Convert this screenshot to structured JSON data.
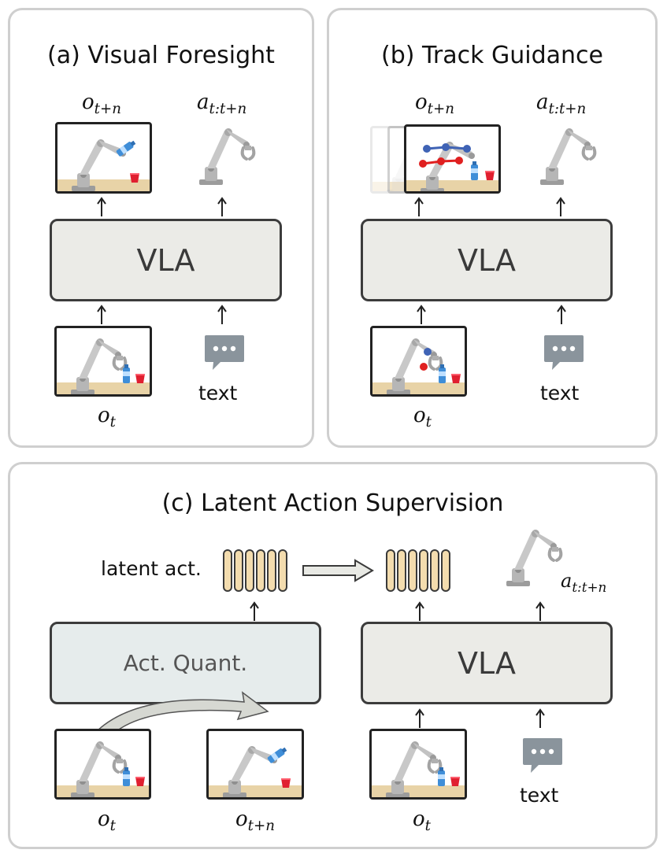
{
  "panels": {
    "a": {
      "title": "(a) Visual Foresight",
      "vla_label": "VLA",
      "future_obs": {
        "sym": "o",
        "sub": "t+n"
      },
      "action": {
        "sym": "a",
        "sub": "t:t+n"
      },
      "current_obs": {
        "sym": "o",
        "sub": "t"
      },
      "text_label": "text"
    },
    "b": {
      "title": "(b) Track Guidance",
      "vla_label": "VLA",
      "future_obs": {
        "sym": "o",
        "sub": "t+n"
      },
      "action": {
        "sym": "a",
        "sub": "t:t+n"
      },
      "current_obs": {
        "sym": "o",
        "sub": "t"
      },
      "text_label": "text"
    },
    "c": {
      "title": "(c) Latent Action Supervision",
      "latent_label": "latent act.",
      "quant_label": "Act. Quant.",
      "vla_label": "VLA",
      "action": {
        "sym": "a",
        "sub": "t:t+n"
      },
      "obs_t": {
        "sym": "o",
        "sub": "t"
      },
      "obs_tn": {
        "sym": "o",
        "sub": "t+n"
      },
      "obs_t2": {
        "sym": "o",
        "sub": "t"
      },
      "text_label": "text"
    }
  },
  "colors": {
    "panel_border": "#cfcfcf",
    "box_border": "#3c3c3c",
    "vla_fill": "#ebebe7",
    "quant_fill": "#e6ecec",
    "token_fill": "#f3dcae",
    "track_blue": "#3f63b5",
    "track_red": "#e02020",
    "bubble": "#8a949c",
    "table": "#e8d3a7"
  },
  "icons": [
    "robot-arm-icon",
    "chat-bubble-icon",
    "water-bottle-icon",
    "red-cup-icon"
  ]
}
